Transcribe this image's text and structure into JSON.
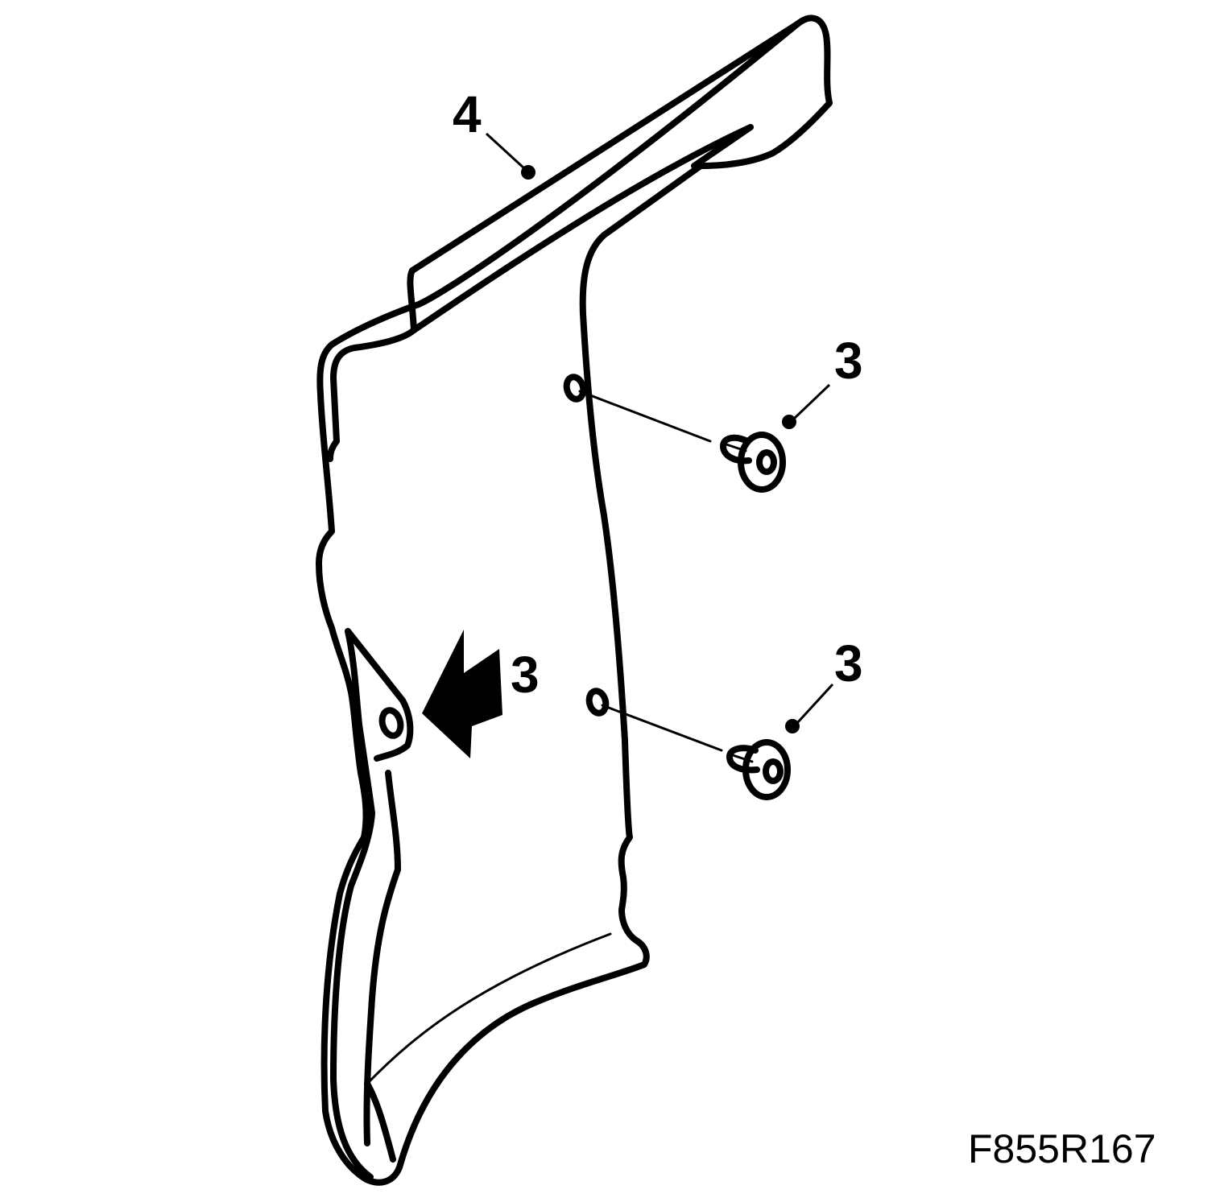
{
  "callouts": {
    "trim_panel": "4",
    "clip_upper": "3",
    "clip_lower": "3",
    "clip_hidden": "3"
  },
  "figure_code": "F855R167",
  "colors": {
    "line": "#000000",
    "background": "#ffffff"
  },
  "icons": {
    "arrow": "solid-arrow-left-icon",
    "clip": "push-clip-icon"
  }
}
